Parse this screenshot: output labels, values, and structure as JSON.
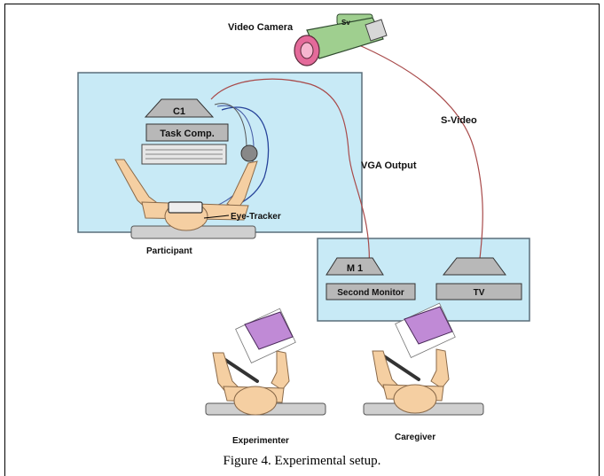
{
  "labels": {
    "video_camera": "Video Camera",
    "camera_tag": "Sv",
    "s_video": "S-Video",
    "vga_output": "VGA Output",
    "c1": "C1",
    "task_comp": "Task Comp.",
    "eye_tracker": "Eye-Tracker",
    "participant": "Participant",
    "m1": "M 1",
    "second_monitor": "Second Monitor",
    "tv": "TV",
    "experimenter": "Experimenter",
    "caregiver": "Caregiver"
  },
  "caption": "Figure 4. Experimental setup.",
  "colors": {
    "panel_fill": "#c8eaf6",
    "panel_border": "#5a6e7a",
    "monitor_fill": "#b8b8b8",
    "skin": "#f5cfa2",
    "camera_green": "#9fcf8f",
    "camera_pink": "#e46a9a",
    "cable_red": "#a84a4a",
    "cable_blue": "#27449a",
    "notebook_purple": "#c08ad6"
  }
}
